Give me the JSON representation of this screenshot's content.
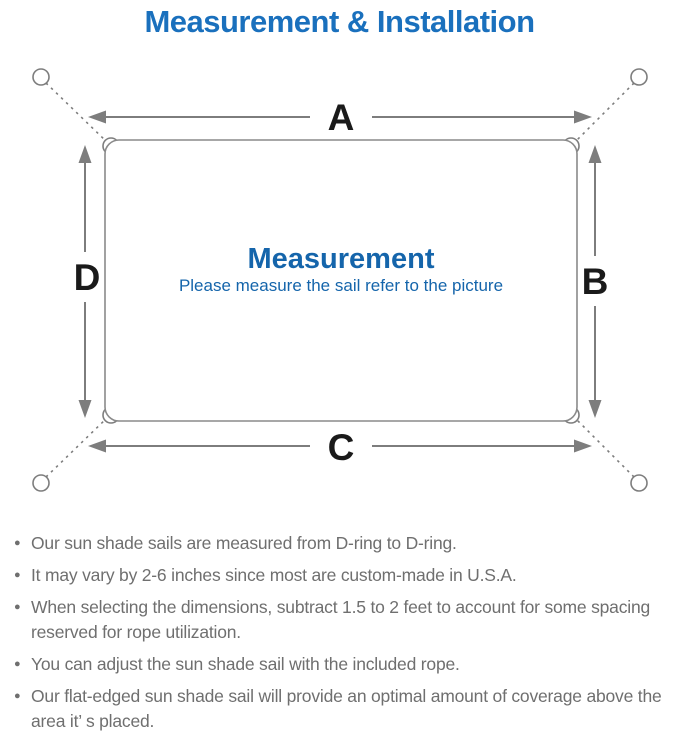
{
  "title": "Measurement & Installation",
  "diagram": {
    "label_a": "A",
    "label_b": "B",
    "label_c": "C",
    "label_d": "D",
    "center_title": "Measurement",
    "center_subtitle": "Please measure the sail refer to the picture"
  },
  "bullet_char": "●",
  "notes": [
    {
      "text": "Our sun shade sails are measured from D-ring to D-ring."
    },
    {
      "text": "It may vary by 2-6 inches since most are custom-made in U.S.A."
    },
    {
      "text": "When selecting the dimensions, subtract 1.5 to 2 feet to account for some spacing reserved for rope utilization."
    },
    {
      "text": "You can adjust the sun shade sail with the included rope."
    },
    {
      "text": "Our flat-edged sun shade sail will provide an optimal amount of coverage above the area it’ s placed."
    }
  ],
  "colors": {
    "title_blue": "#1a70bd",
    "center_blue": "#1565ab",
    "line_gray": "#7d7d7d",
    "text_gray": "#6f6f6f",
    "label_black": "#1a1a1a"
  }
}
